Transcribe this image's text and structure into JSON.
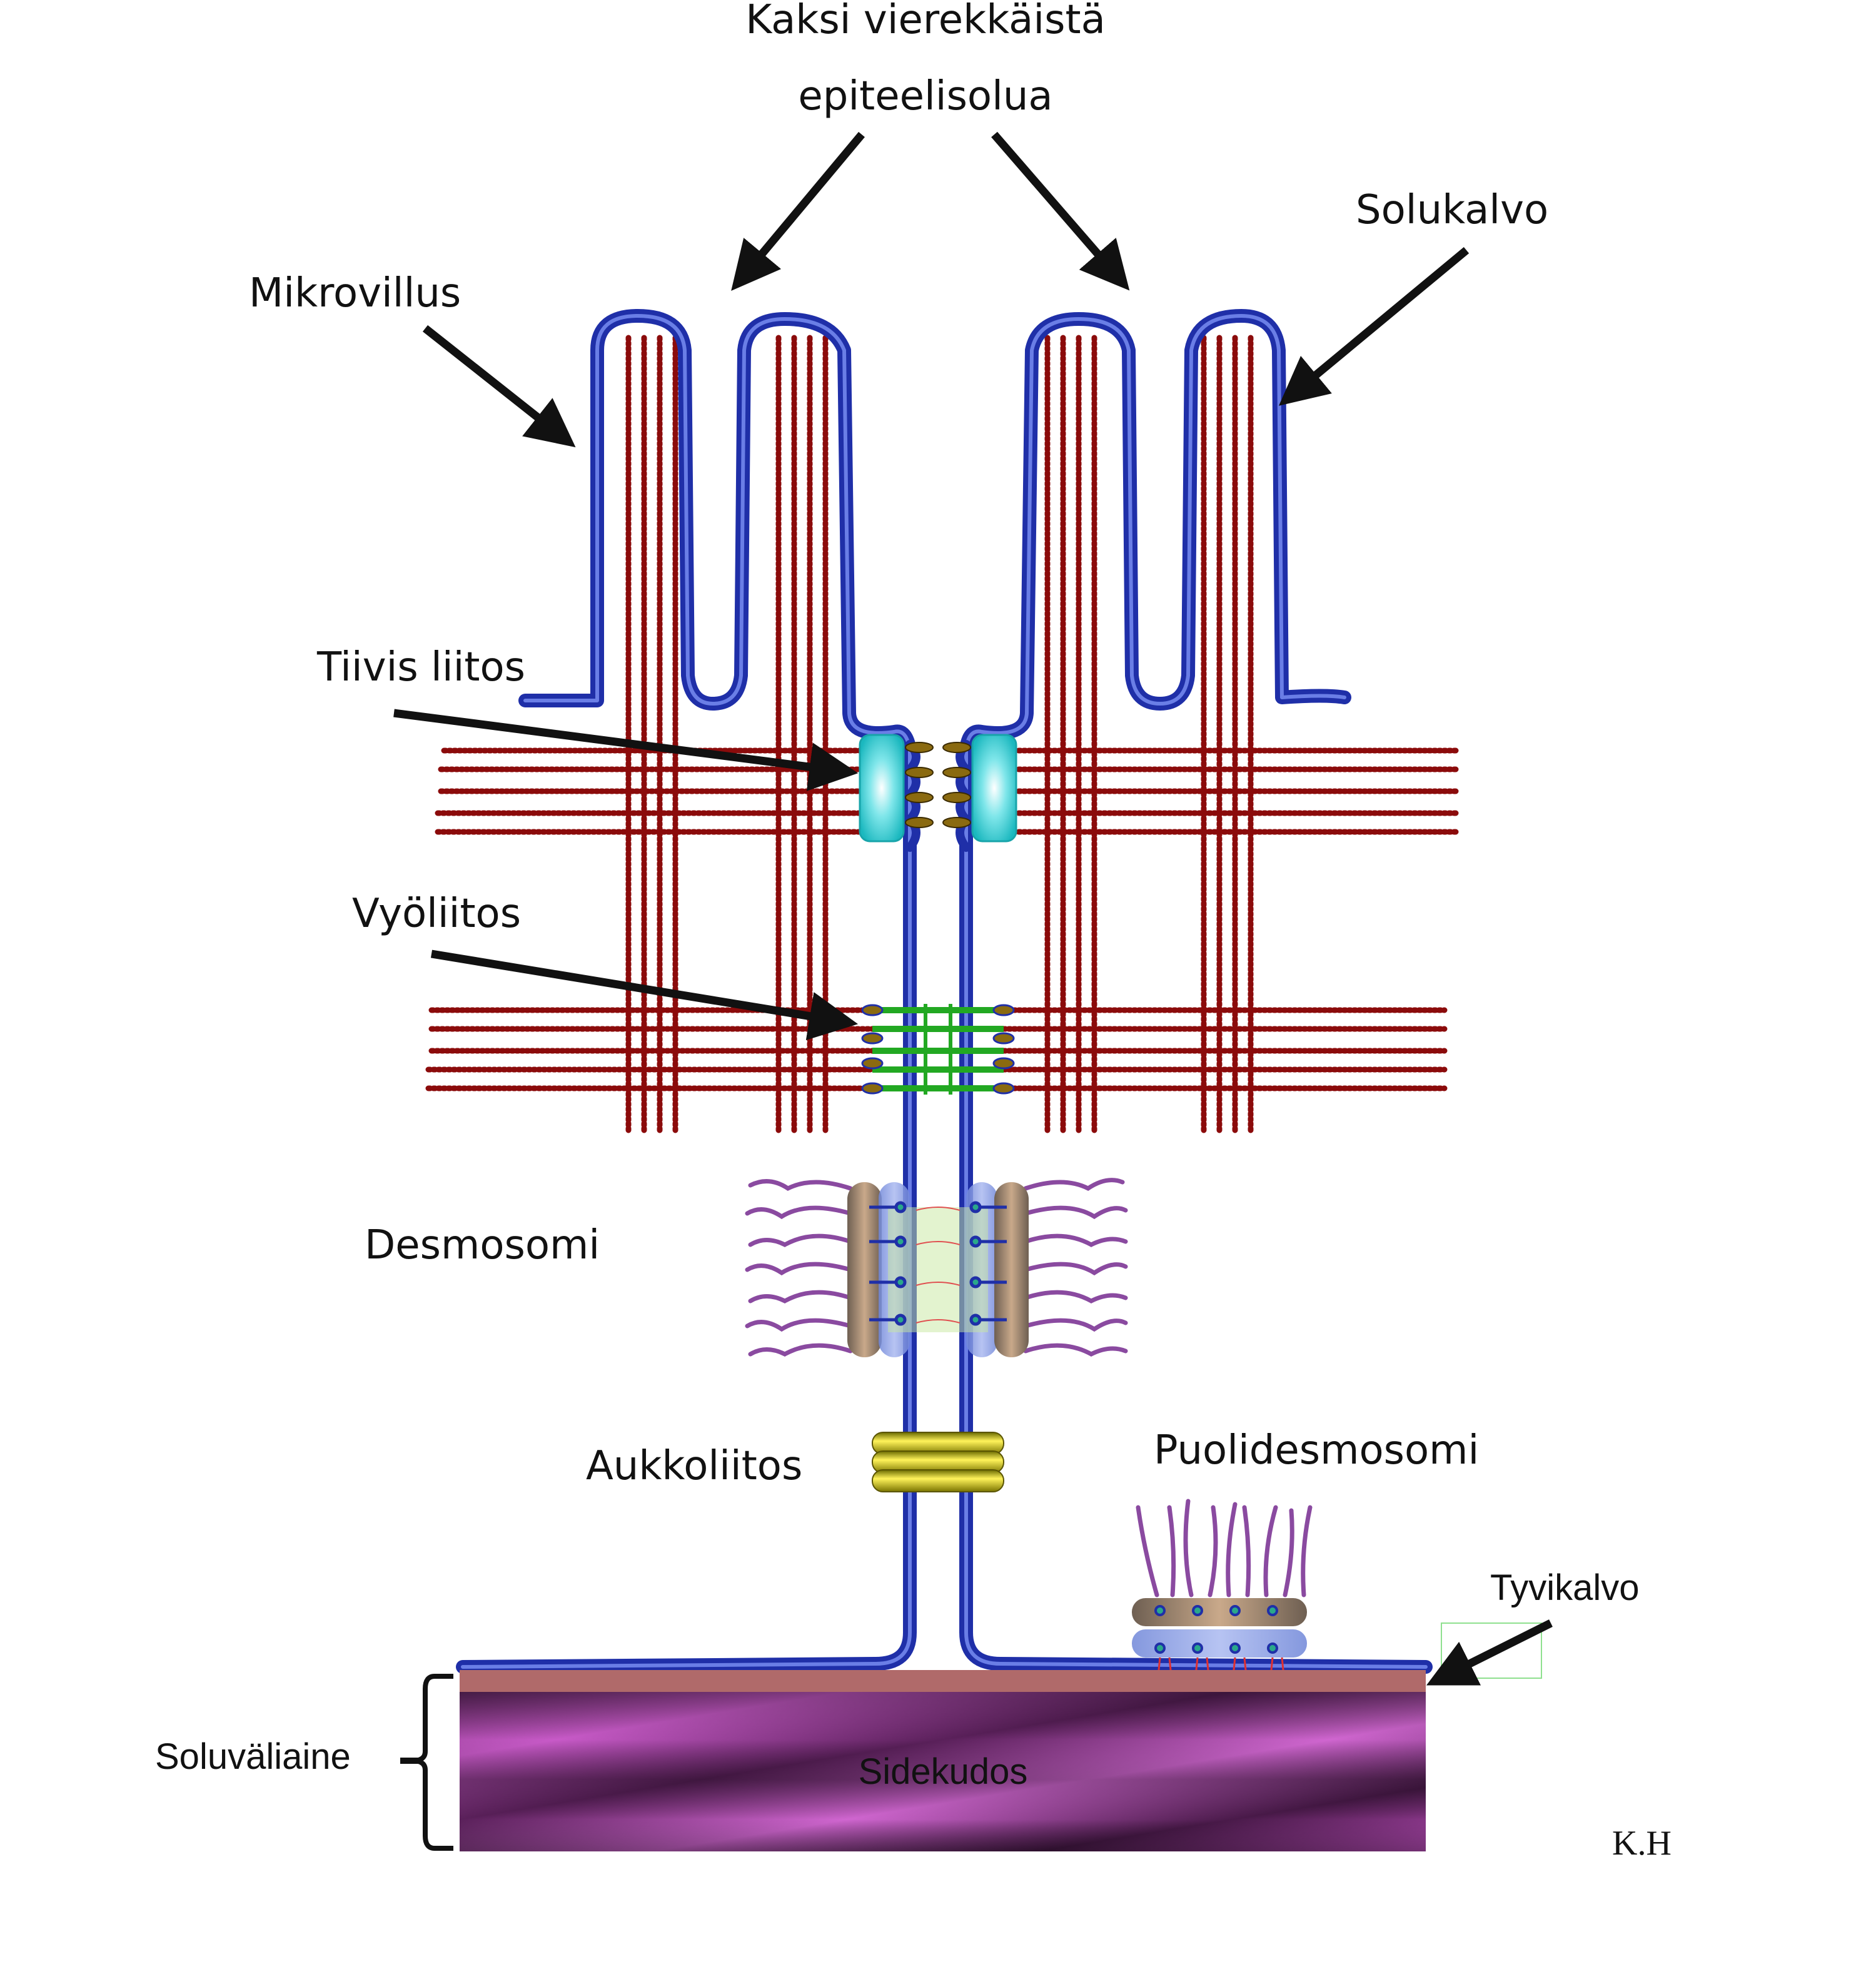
{
  "labels": {
    "title_line1": "Kaksi vierekkäistä",
    "title_line2": "epiteelisolua",
    "mikrovillus": "Mikrovillus",
    "solukalvo": "Solukalvo",
    "tiivis_liitos": "Tiivis liitos",
    "vyoliitos": "Vyöliitos",
    "desmosomi": "Desmosomi",
    "aukkoliitos": "Aukkoliitos",
    "puolidesmosomi": "Puolidesmosomi",
    "tyvikalvo": "Tyvikalvo",
    "soluvaliaine": "Soluväliaine",
    "sidekudos": "Sidekudos",
    "author": "K.H"
  },
  "colors": {
    "membrane": "#1f2fa8",
    "membrane_light": "#5a6ee0",
    "actin": "#8b0b0b",
    "tight_junction": "#22c3c8",
    "adherens": "#22a822",
    "desmosome_plaque": "#8a7a6a",
    "desmosome_blue": "#7f95e0",
    "desmosome_filament": "#8a4aa0",
    "gap_junction": "#c8c010",
    "basal_lamina": "#b06a6a",
    "connective_tissue": "#a040a0",
    "connective_tissue_light": "#d060d0"
  },
  "icons": [
    "arrow-icon"
  ]
}
